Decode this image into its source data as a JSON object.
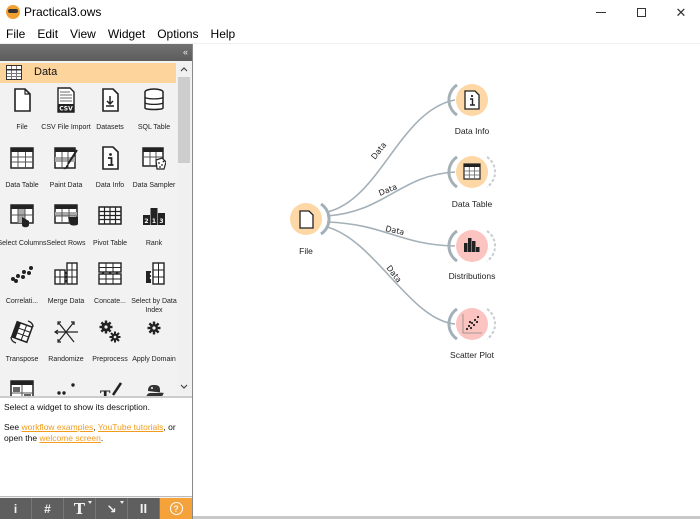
{
  "window": {
    "title": "Practical3.ows",
    "controls": {
      "minimize": "minimize",
      "maximize": "maximize",
      "close": "✕"
    }
  },
  "menu": [
    "File",
    "Edit",
    "View",
    "Widget",
    "Options",
    "Help"
  ],
  "dock": {
    "collapse_glyph": "«",
    "category": "Data",
    "scroll_up": "⌃",
    "scroll_down": "⌄",
    "widgets": [
      {
        "label": "File",
        "icon": "file-icon"
      },
      {
        "label": "CSV File Import",
        "icon": "csv-icon"
      },
      {
        "label": "Datasets",
        "icon": "datasets-icon"
      },
      {
        "label": "SQL Table",
        "icon": "database-icon"
      },
      {
        "label": "Data Table",
        "icon": "table-icon"
      },
      {
        "label": "Paint Data",
        "icon": "paint-icon"
      },
      {
        "label": "Data Info",
        "icon": "info-icon"
      },
      {
        "label": "Data Sampler",
        "icon": "sampler-icon"
      },
      {
        "label": "Select Columns",
        "icon": "select-columns-icon"
      },
      {
        "label": "Select Rows",
        "icon": "select-rows-icon"
      },
      {
        "label": "Pivot Table",
        "icon": "pivot-icon"
      },
      {
        "label": "Rank",
        "icon": "rank-icon"
      },
      {
        "label": "Correlati...",
        "icon": "correlations-icon"
      },
      {
        "label": "Merge Data",
        "icon": "merge-icon"
      },
      {
        "label": "Concate...",
        "icon": "concatenate-icon"
      },
      {
        "label": "Select by Data Index",
        "icon": "select-index-icon"
      },
      {
        "label": "Transpose",
        "icon": "transpose-icon"
      },
      {
        "label": "Randomize",
        "icon": "randomize-icon"
      },
      {
        "label": "Preprocess",
        "icon": "preprocess-icon"
      },
      {
        "label": "Apply Domain",
        "icon": "apply-domain-icon"
      },
      {
        "label": "",
        "icon": "impute-icon"
      },
      {
        "label": "",
        "icon": "outliers-icon"
      },
      {
        "label": "",
        "icon": "edit-domain-icon"
      },
      {
        "label": "",
        "icon": "python-icon"
      }
    ]
  },
  "description": {
    "line1": "Select a widget to show its description.",
    "see": "See ",
    "link1": "workflow examples",
    "comma": ", ",
    "link2": "YouTube tutorials",
    "or_open": ", or open the ",
    "link3": "welcome screen",
    "period": "."
  },
  "bottom_toolbar": {
    "info": "i",
    "grid": "#",
    "text": "T",
    "arrow": "↘",
    "pause": "II",
    "help": "?"
  },
  "canvas": {
    "nodes": [
      {
        "id": "file",
        "label": "File",
        "color": "#fdd7a5",
        "icon": "file-icon"
      },
      {
        "id": "data-info",
        "label": "Data Info",
        "color": "#fdd7a5",
        "icon": "info-icon"
      },
      {
        "id": "data-table",
        "label": "Data Table",
        "color": "#fdd7a5",
        "icon": "table-icon"
      },
      {
        "id": "distributions",
        "label": "Distributions",
        "color": "#fcc4c0",
        "icon": "bar-chart-icon"
      },
      {
        "id": "scatter-plot",
        "label": "Scatter Plot",
        "color": "#fcc4c0",
        "icon": "scatter-icon"
      }
    ],
    "links": [
      {
        "from": "file",
        "to": "data-info",
        "label": "Data"
      },
      {
        "from": "file",
        "to": "data-table",
        "label": "Data"
      },
      {
        "from": "file",
        "to": "distributions",
        "label": "Data"
      },
      {
        "from": "file",
        "to": "scatter-plot",
        "label": "Data"
      }
    ]
  },
  "colors": {
    "category_header": "#fdd49c",
    "data_node": "#fdd7a5",
    "visualize_node": "#fcc4c0",
    "link": "#9aa8b2",
    "accent_link": "#f29b1d",
    "help_button": "#f5a23a"
  }
}
